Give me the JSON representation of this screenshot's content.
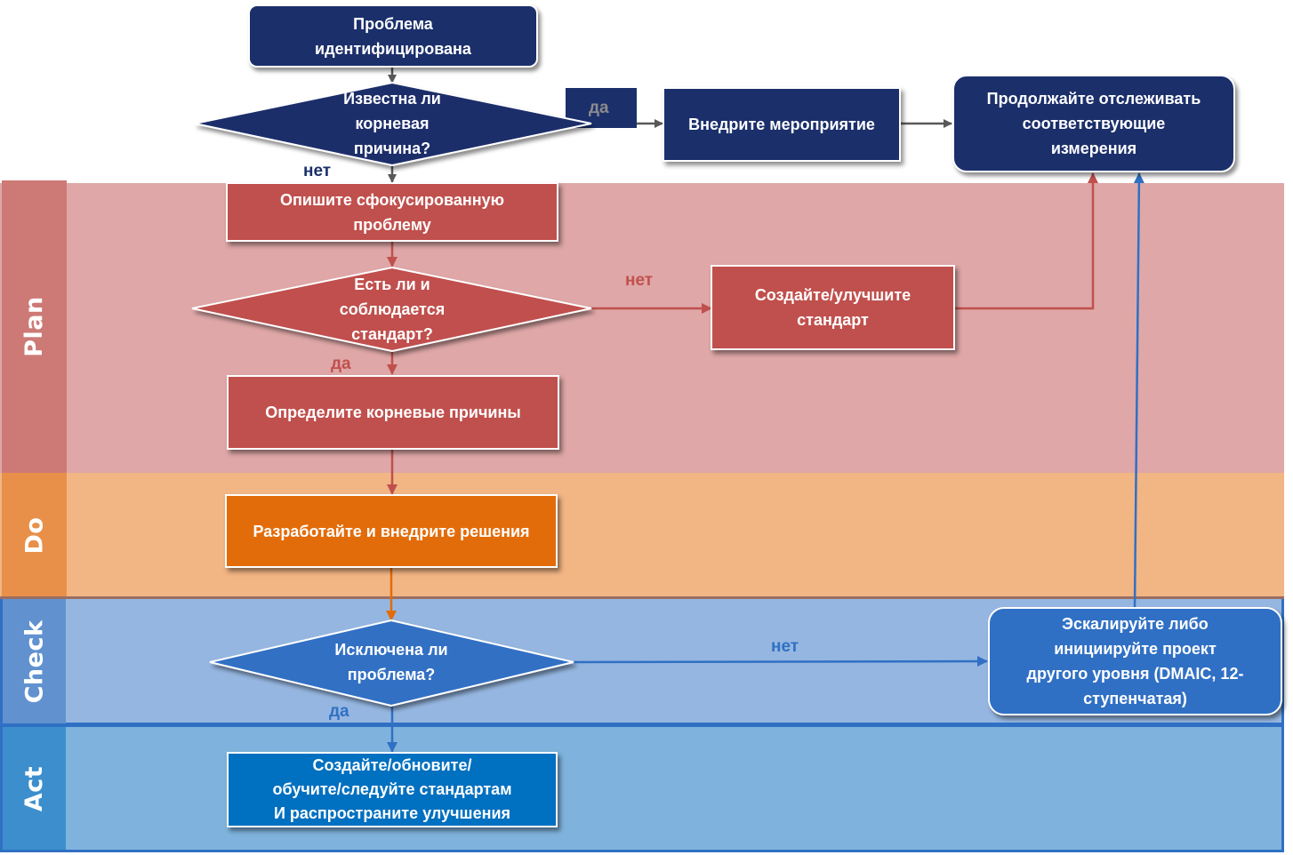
{
  "colors": {
    "navy": "#1b2f6b",
    "plan_lane": "#dfa7a7",
    "plan_label": "#cd7a76",
    "plan_shape": "#c0504d",
    "do_lane": "#f2b584",
    "do_label": "#e8904a",
    "do_shape": "#e36c0a",
    "check_lane": "#95b6e0",
    "check_label": "#6192cf",
    "check_shape": "#3070c4",
    "act_lane": "#7fb3dd",
    "act_label": "#3c8fcc",
    "act_shape": "#0070c0",
    "gray_arrow": "#595959"
  },
  "lanes": [
    {
      "id": "plan",
      "label": "Plan"
    },
    {
      "id": "do",
      "label": "Do"
    },
    {
      "id": "check",
      "label": "Check"
    },
    {
      "id": "act",
      "label": "Act"
    }
  ],
  "nodes": {
    "problem_identified": "Проблема\nидентифицирована",
    "root_cause_known": "Известна ли\nкорневая\nпричина?",
    "implement_measure": "Внедрите мероприятие",
    "continue_monitoring": "Продолжайте отслеживать\nсоответствующие\nизмерения",
    "describe_problem": "Опишите сфокусированную\nпроблему",
    "standard_exists": "Есть ли и\nсоблюдается\nстандарт?",
    "create_standard": "Создайте/улучшите\nстандарт",
    "define_root_causes": "Определите корневые причины",
    "develop_solutions": "Разработайте и внедрите решения",
    "problem_eliminated": "Исключена ли\nпроблема?",
    "escalate": "Эскалируйте либо\nинициируйте  проект\nдругого уровня (DMAIC, 12-\nступенчатая)",
    "update_standards": "Создайте/обновите/\nобучите/следуйте стандартам\nИ распространите улучшения"
  },
  "edge_labels": {
    "root_yes": "да",
    "root_no": "нет",
    "standard_no": "нет",
    "standard_yes": "да",
    "eliminated_no": "нет",
    "eliminated_yes": "да"
  }
}
